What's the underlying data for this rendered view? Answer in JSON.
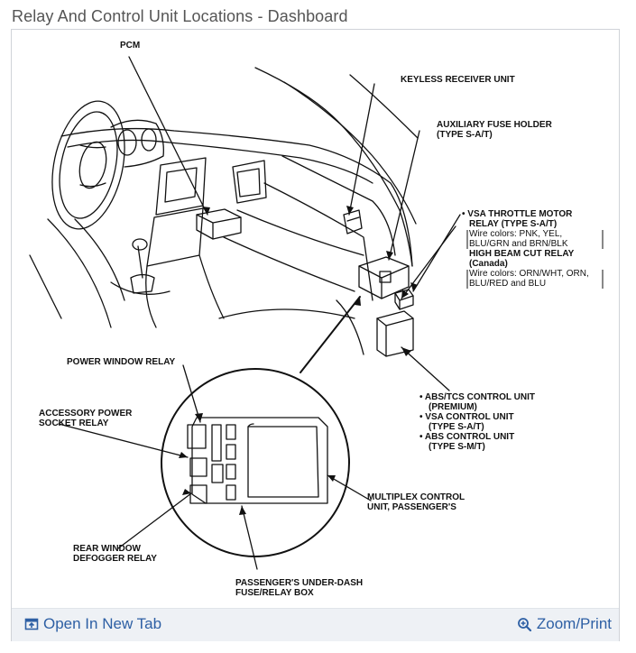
{
  "page": {
    "title": "Relay And Control Unit Locations - Dashboard"
  },
  "diagram": {
    "labels": {
      "pcm": "PCM",
      "keyless": "KEYLESS RECEIVER UNIT",
      "aux_fuse_1": "AUXILIARY FUSE HOLDER",
      "aux_fuse_2": "(TYPE S-A/T)",
      "vsa_1": "VSA THROTTLE MOTOR",
      "vsa_2": "RELAY (TYPE S-A/T)",
      "vsa_wire_1": "Wire colors: PNK, YEL,",
      "vsa_wire_2": "BLU/GRN and BRN/BLK",
      "hb_1": "HIGH BEAM CUT RELAY",
      "hb_2": "(Canada)",
      "hb_wire_1": "Wire colors: ORN/WHT, ORN,",
      "hb_wire_2": "BLU/RED and BLU",
      "abs_tcs_1": "ABS/TCS CONTROL UNIT",
      "abs_tcs_2": "(PREMIUM)",
      "vsa_ctrl_1": "VSA CONTROL UNIT",
      "vsa_ctrl_2": "(TYPE S-A/T)",
      "abs_ctrl_1": "ABS CONTROL UNIT",
      "abs_ctrl_2": "(TYPE S-M/T)",
      "power_window": "POWER WINDOW RELAY",
      "acc_1": "ACCESSORY POWER",
      "acc_2": "SOCKET RELAY",
      "multiplex_1": "MULTIPLEX CONTROL",
      "multiplex_2": "UNIT, PASSENGER'S",
      "rear_1": "REAR WINDOW",
      "rear_2": "DEFOGGER RELAY",
      "pass_1": "PASSENGER'S UNDER-DASH",
      "pass_2": "FUSE/RELAY BOX"
    }
  },
  "footer": {
    "open_tab": {
      "label": "Open In New Tab",
      "icon": "open-in-new-tab-icon"
    },
    "zoom": {
      "label": "Zoom/Print",
      "icon": "zoom-icon"
    }
  },
  "colors": {
    "link": "#2d5fa4",
    "footer_bg": "#eef1f5",
    "title": "#555555"
  }
}
